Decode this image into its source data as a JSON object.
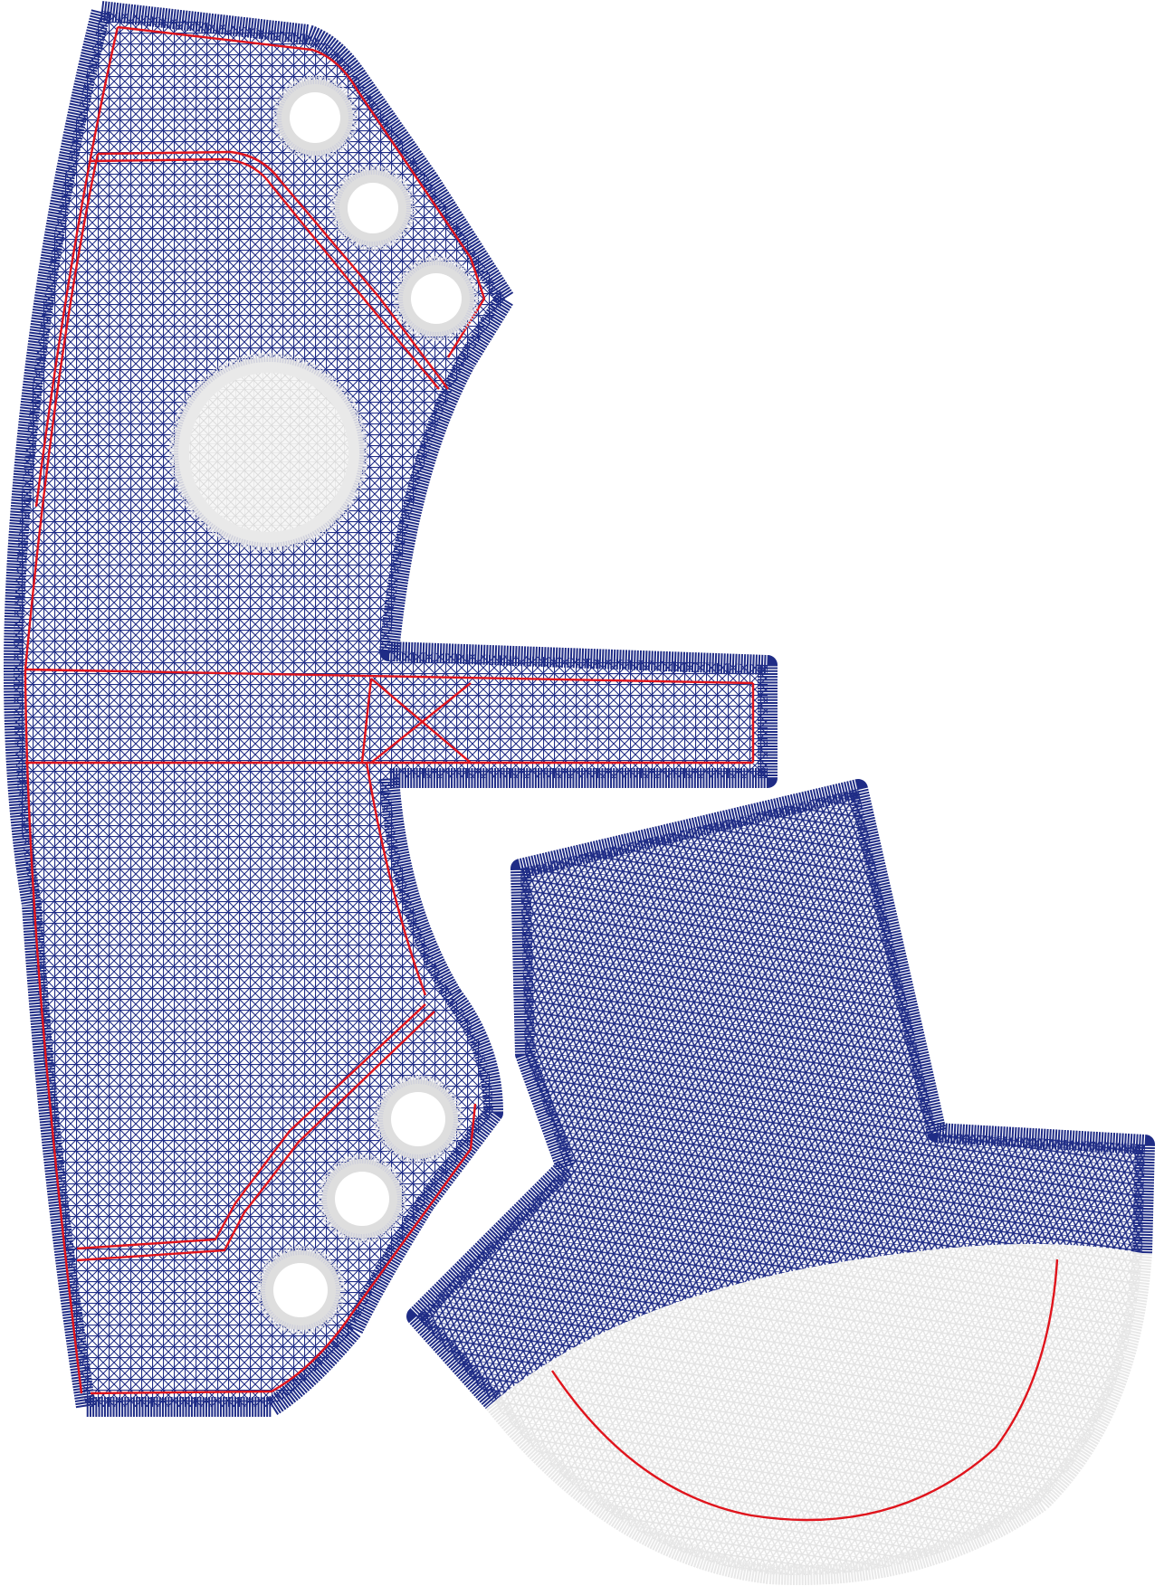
{
  "colors": {
    "mesh_blue": "#1f2c86",
    "mesh_fill": "#ffffff",
    "cut_line_red": "#e0141c",
    "unmeshed_grey": "#e8e8e8",
    "background": "#ffffff"
  },
  "pieces": [
    {
      "id": "left-panel",
      "mesh": "quad"
    },
    {
      "id": "strap",
      "mesh": "quad"
    },
    {
      "id": "right-panel",
      "mesh": "triangle"
    }
  ],
  "holes": {
    "left_panel_count": 7,
    "large_hole_count": 1
  }
}
